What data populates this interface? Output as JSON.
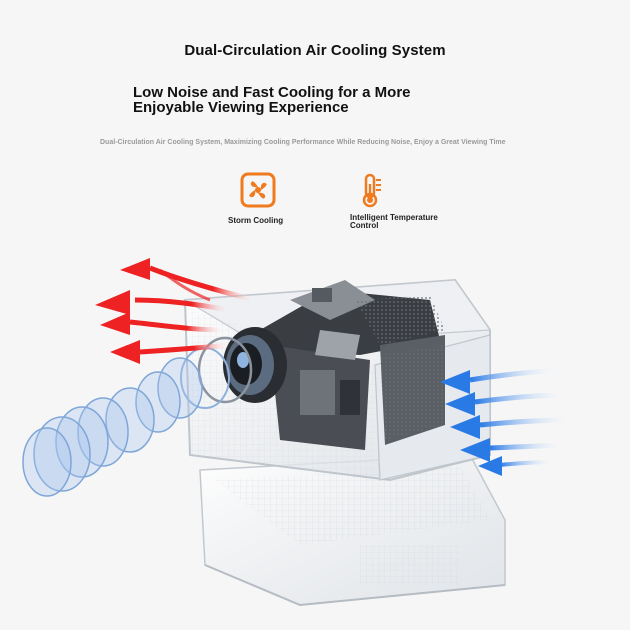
{
  "title": "Dual-Circulation Air Cooling System",
  "subtitle": "Low Noise and Fast Cooling for a More Enjoyable Viewing Experience",
  "description": "Dual-Circulation Air Cooling System, Maximizing Cooling Performance While Reducing Noise, Enjoy a Great Viewing Time",
  "features": [
    {
      "label": "Storm Cooling",
      "icon": "fan-icon"
    },
    {
      "label": "Intelligent Temperature Control",
      "icon": "thermometer-icon"
    }
  ],
  "colors": {
    "accent": "#f07a1e",
    "hot_air": "#ee2222",
    "cool_air": "#2a7ae6",
    "lens": "#a8c6ee"
  }
}
